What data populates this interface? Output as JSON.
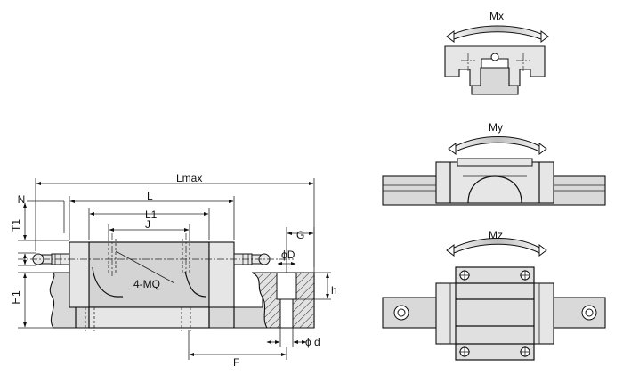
{
  "front_view": {
    "dims": {
      "lmax": "Lmax",
      "l": "L",
      "l1": "L1",
      "j": "J",
      "n": "N",
      "t1": "T1",
      "h1": "H1",
      "g": "G",
      "phi_d_upper": "ϕD",
      "h": "h",
      "phi_d_lower": "ϕ d",
      "f": "F"
    },
    "callout": "4-MQ"
  },
  "moment_views": {
    "mx": "Mx",
    "my": "My",
    "mz": "Mz"
  }
}
